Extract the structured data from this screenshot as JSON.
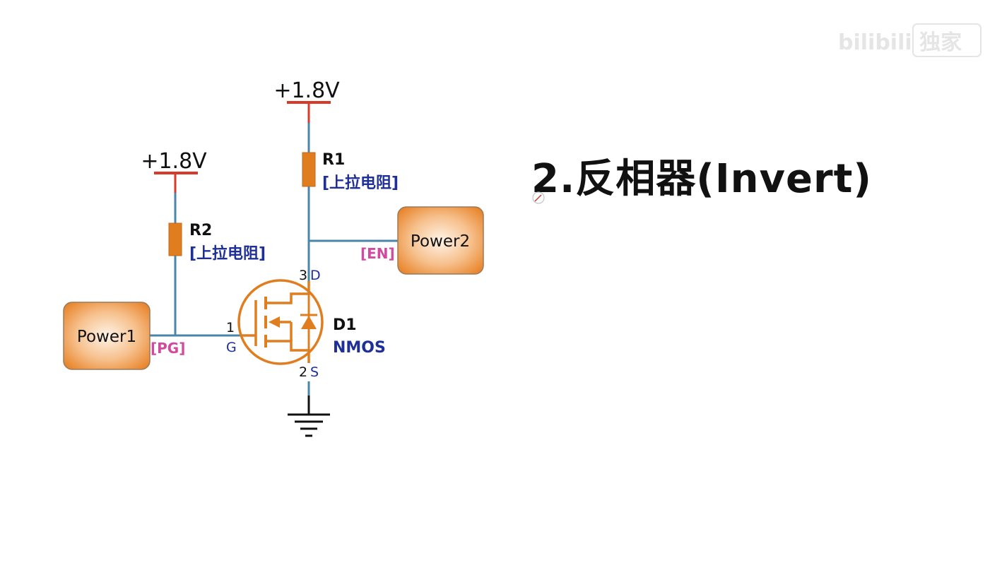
{
  "title": "2.反相器(Invert)",
  "watermark": {
    "text": "bilibili 独家"
  },
  "colors": {
    "wire": "#4a86a8",
    "rail": "#d83a2a",
    "component": "#e07d1f",
    "label_dark": "#111111",
    "label_blue": "#1f2f9a",
    "label_pink": "#d24aa0",
    "power_box_top": "#f5c59a",
    "power_box_edge": "#e07d1f"
  },
  "schematic": {
    "rail_left": "+1.8V",
    "rail_right": "+1.8V",
    "r1": {
      "ref": "R1",
      "desc": "[上拉电阻]"
    },
    "r2": {
      "ref": "R2",
      "desc": "[上拉电阻]"
    },
    "power1": "Power1",
    "power2": "Power2",
    "net_pg": "[PG]",
    "net_en": "[EN]",
    "mosfet": {
      "ref": "D1",
      "type": "NMOS",
      "pin_gate_num": "1",
      "pin_gate_name": "G",
      "pin_drain_num": "3",
      "pin_drain_name": "D",
      "pin_source_num": "2",
      "pin_source_name": "S"
    }
  }
}
